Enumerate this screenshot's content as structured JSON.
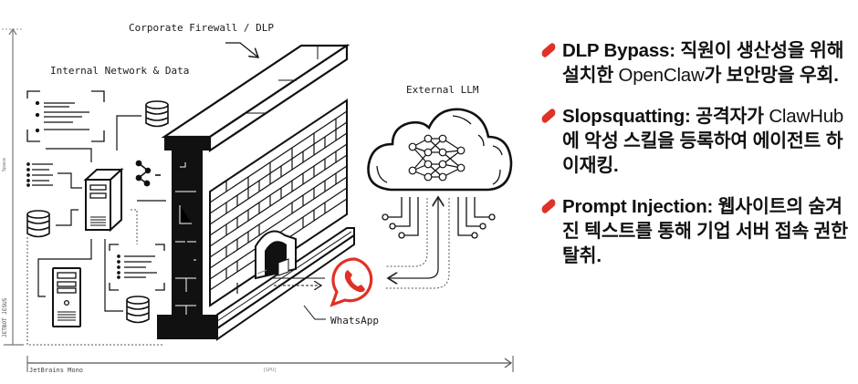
{
  "diagram": {
    "labels": {
      "firewall": "Corporate Firewall / DLP",
      "internal_network": "Internal Network & Data",
      "external_llm": "External LLM",
      "whatsapp": "WhatsApp",
      "footer": "JetBrains Mono",
      "x_axis_unit": "[GPU]",
      "y_axis_top": "Space",
      "y_axis_bottom": "JETBOT JESUS"
    },
    "icons": [
      "document-icon",
      "database-icon",
      "server-tower-icon",
      "share-icon",
      "desktop-tower-icon",
      "brick-wall-icon",
      "tunnel-icon",
      "cloud-icon",
      "neural-network-icon",
      "whatsapp-icon"
    ],
    "colors": {
      "accent": "#e03127",
      "ink": "#111111"
    }
  },
  "bullets": [
    {
      "title": "DLP Bypass:",
      "text_bold_1": " 직원이 생산성을 위해 설치한 ",
      "text_light": "OpenClaw",
      "text_bold_2": "가 보안망을 우회."
    },
    {
      "title": "Slopsquatting:",
      "text_bold_1": " 공격자가 ",
      "text_light": "ClawHub",
      "text_bold_2": "에 악성 스킬을 등록하여 에이전트 하이재킹."
    },
    {
      "title": "Prompt Injection:",
      "text_bold_1": " 웹사이트의 숨겨진 텍스트를 통해 기업 서버 접속 권한 탈취.",
      "text_light": "",
      "text_bold_2": ""
    }
  ]
}
